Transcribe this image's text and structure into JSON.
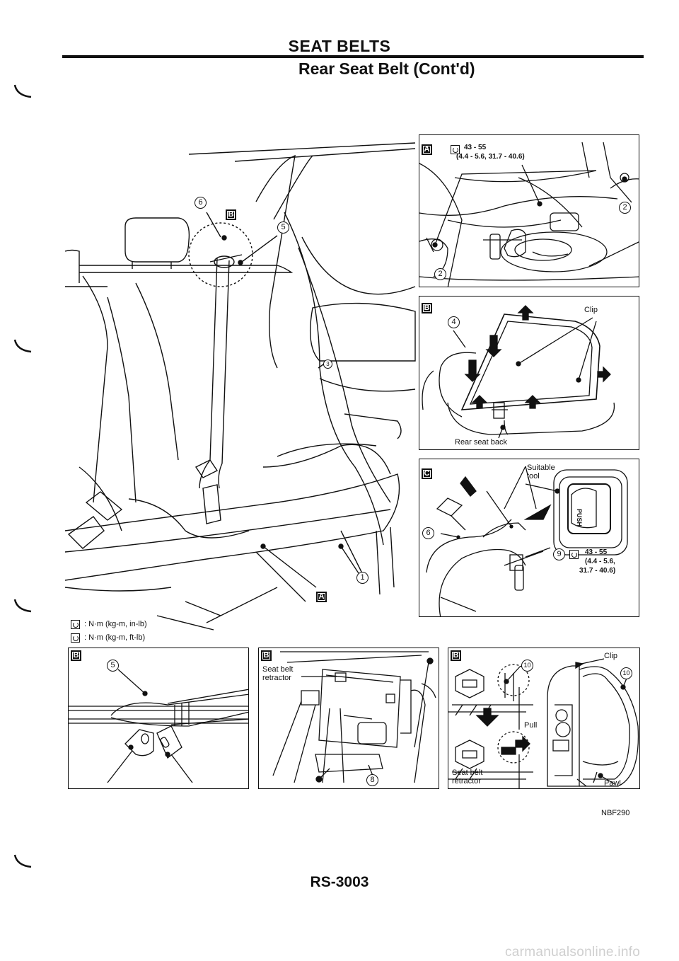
{
  "header": {
    "title": "SEAT BELTS",
    "subtitle": "Rear Seat Belt (Cont'd)"
  },
  "main_view": {
    "callouts": {
      "c1": "1",
      "c3": "3",
      "c5": "5",
      "c6": "6",
      "tag_b": "B",
      "tag_a": "A"
    }
  },
  "panel_a": {
    "tag": "A",
    "torque_value": "43 - 55",
    "torque_range": "(4.4 - 5.6, 31.7 - 40.6)",
    "callout_2a": "2",
    "callout_2b": "2"
  },
  "panel_b_top": {
    "tag": "B",
    "clip_label": "Clip",
    "callout_4": "4",
    "rear_seat_back": "Rear seat back"
  },
  "panel_c": {
    "tag": "C",
    "suitable_tool": "Suitable",
    "suitable_tool_2": "tool",
    "push_label": "PUSH",
    "callout_6": "6",
    "callout_9": "9",
    "torque_value": "43 - 55",
    "torque_range_1": "(4.4 - 5.6,",
    "torque_range_2": "31.7 - 40.6)"
  },
  "legend": {
    "inlb_unit": ": N·m (kg-m, in-lb)",
    "ftlb_unit": ": N·m (kg-m, ft-lb)"
  },
  "bottom_left": {
    "tag": "B",
    "callout_5": "5"
  },
  "bottom_middle": {
    "tag": "B",
    "seat_belt": "Seat belt",
    "retractor": "retractor",
    "callout_8": "8"
  },
  "bottom_right": {
    "tag": "B",
    "clip_label": "Clip",
    "pull_label": "Pull",
    "seat_belt": "Seat belt",
    "retractor": "retractor",
    "pawl_label": "Pawl",
    "callout_10a": "10",
    "callout_10b": "10"
  },
  "figure_code": "NBF290",
  "page_number": "RS-3003",
  "footer_site": "carmanualsonline.info"
}
